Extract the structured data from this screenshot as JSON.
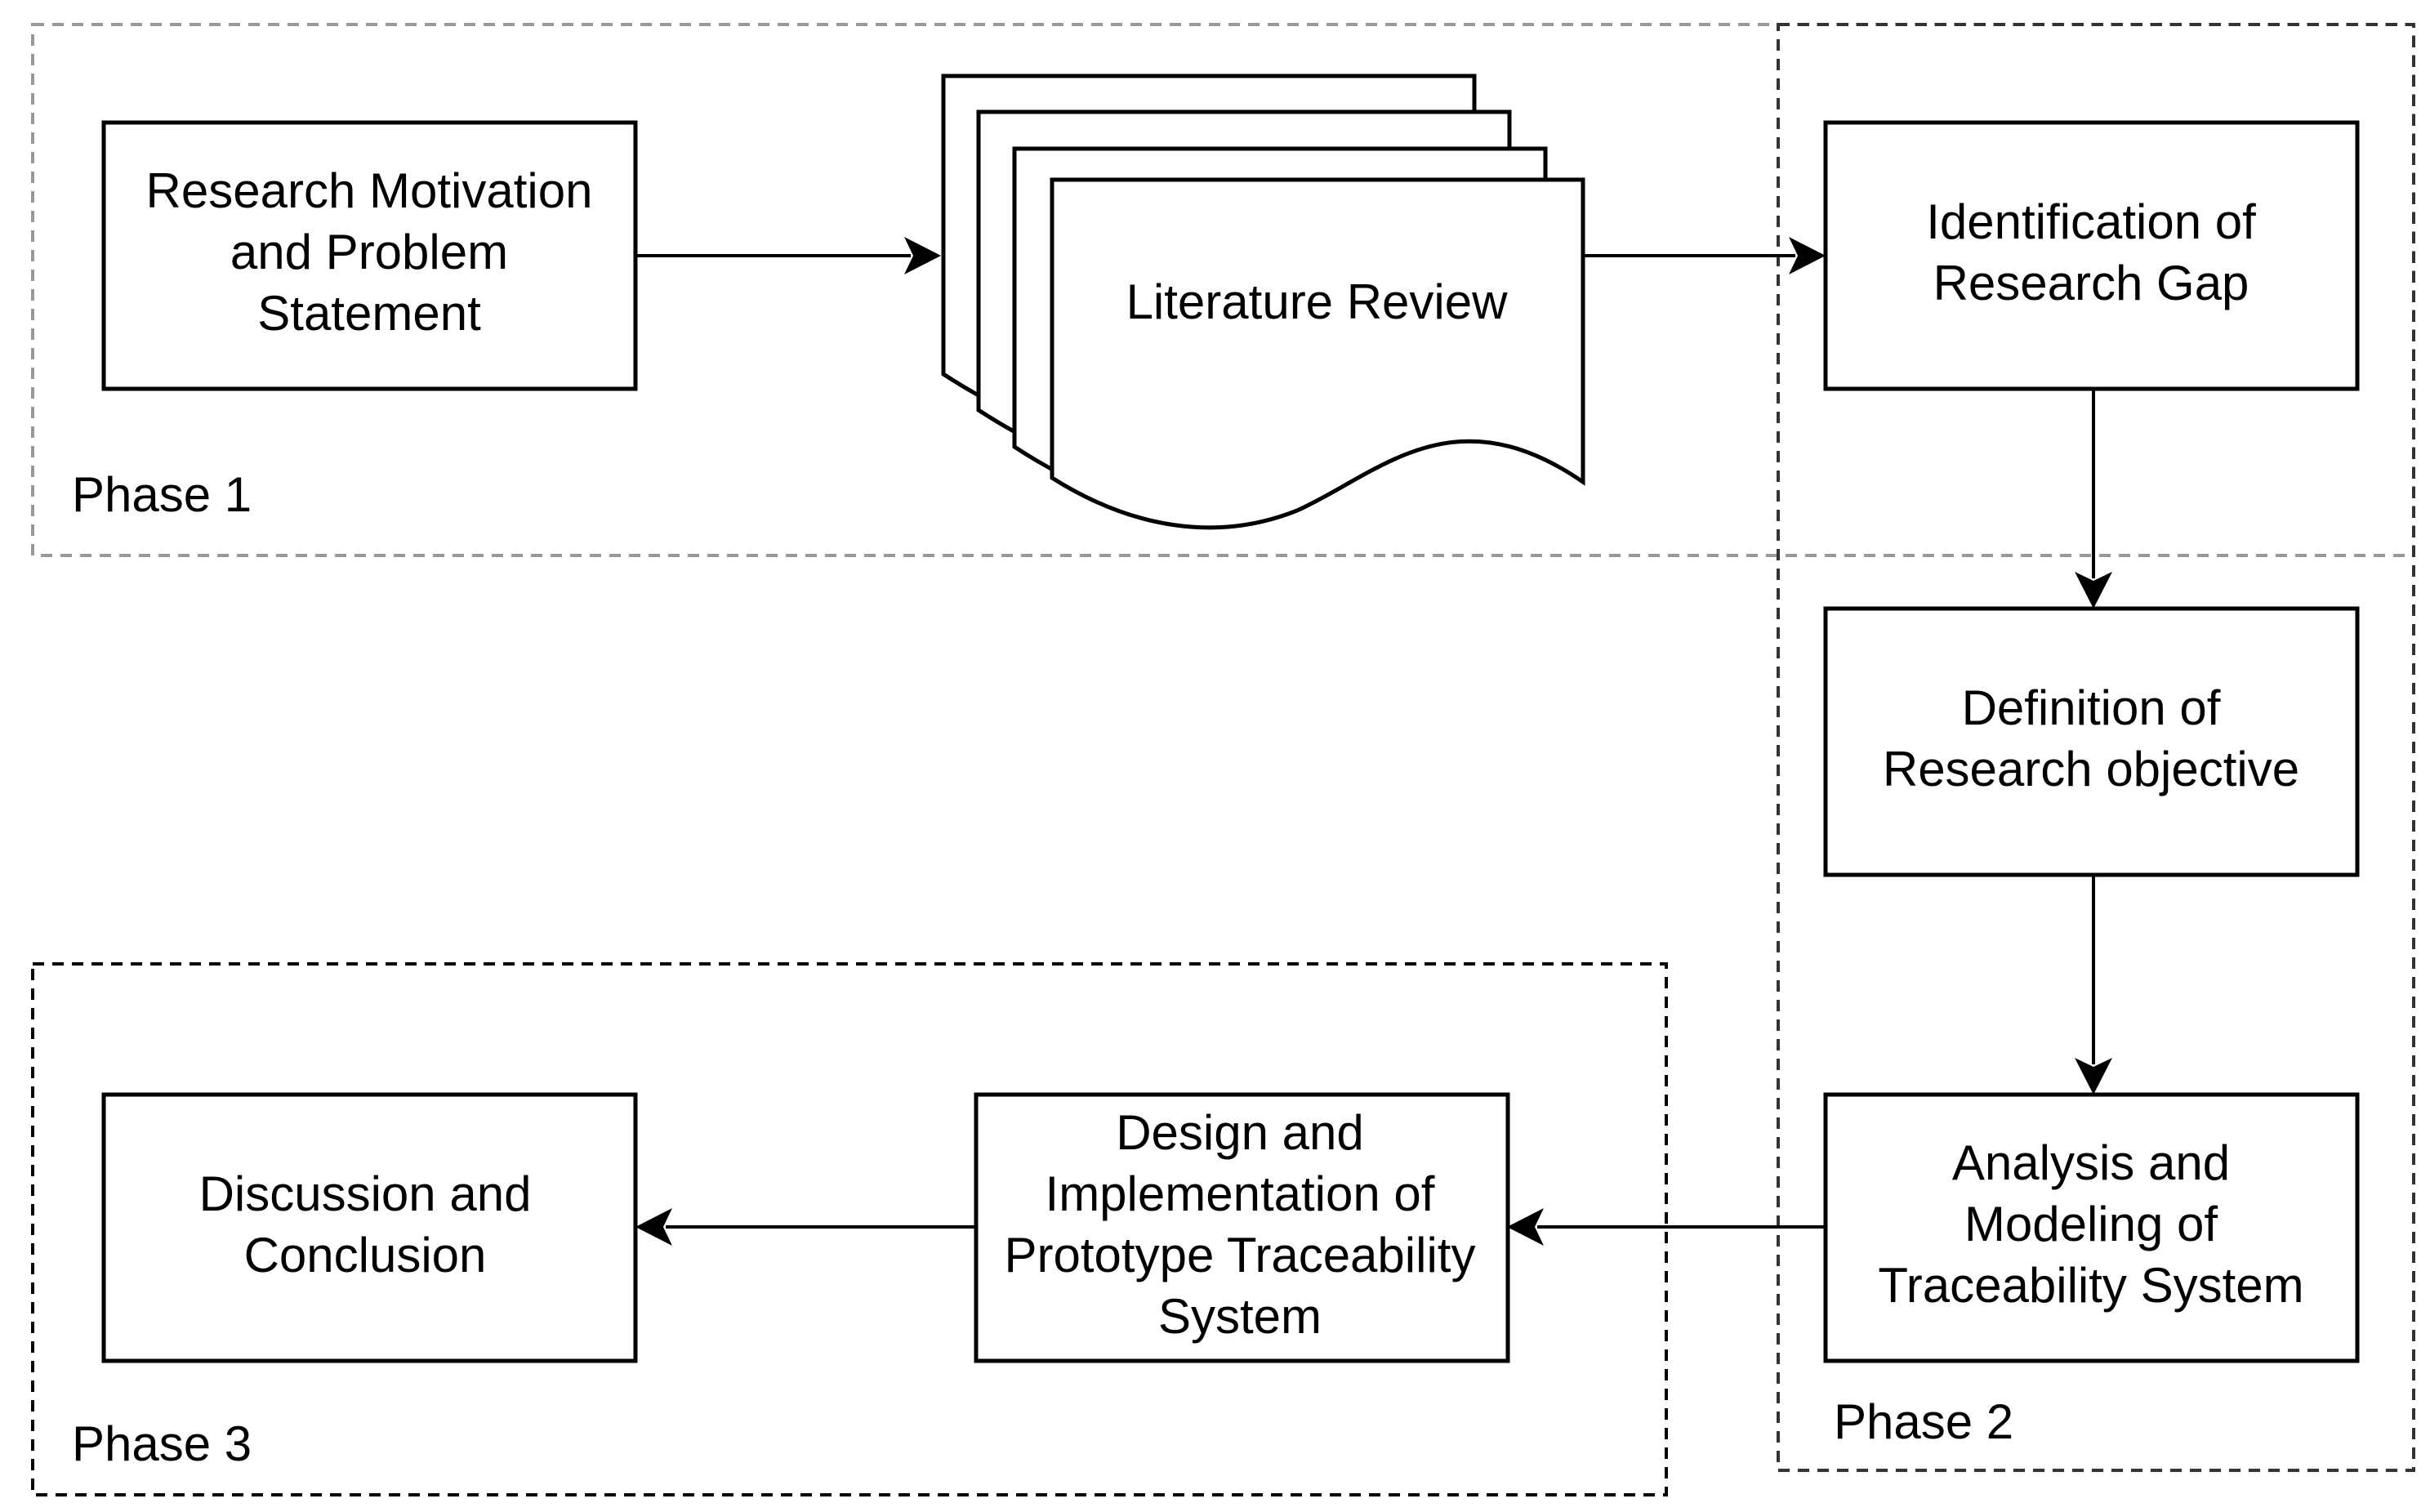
{
  "colors": {
    "background": "#ffffff",
    "stroke": "#000000",
    "text": "#000000",
    "phase_1_border": "#999999",
    "phase_2_border": "#333333",
    "phase_3_border": "#000000"
  },
  "phases": [
    {
      "id": "phase-1",
      "label": "Phase 1"
    },
    {
      "id": "phase-2",
      "label": "Phase 2"
    },
    {
      "id": "phase-3",
      "label": "Phase 3"
    }
  ],
  "nodes": [
    {
      "id": "motivation",
      "shape": "rectangle",
      "lines": [
        "Research Motivation",
        "and Problem",
        "Statement"
      ]
    },
    {
      "id": "literature",
      "shape": "multi-document",
      "lines": [
        "Literature Review"
      ]
    },
    {
      "id": "gap",
      "shape": "rectangle",
      "lines": [
        "Identification of",
        "Research Gap"
      ]
    },
    {
      "id": "objective",
      "shape": "rectangle",
      "lines": [
        "Definition of",
        "Research objective"
      ]
    },
    {
      "id": "analysis",
      "shape": "rectangle",
      "lines": [
        "Analysis and",
        "Modeling of",
        "Traceability System"
      ]
    },
    {
      "id": "prototype",
      "shape": "rectangle",
      "lines": [
        "Design and",
        "Implementation of",
        "Prototype Traceability",
        "System"
      ]
    },
    {
      "id": "conclusion",
      "shape": "rectangle",
      "lines": [
        "Discussion and",
        "Conclusion"
      ]
    }
  ],
  "edges": [
    {
      "from": "motivation",
      "to": "literature"
    },
    {
      "from": "literature",
      "to": "gap"
    },
    {
      "from": "gap",
      "to": "objective"
    },
    {
      "from": "objective",
      "to": "analysis"
    },
    {
      "from": "analysis",
      "to": "prototype"
    },
    {
      "from": "prototype",
      "to": "conclusion"
    }
  ]
}
